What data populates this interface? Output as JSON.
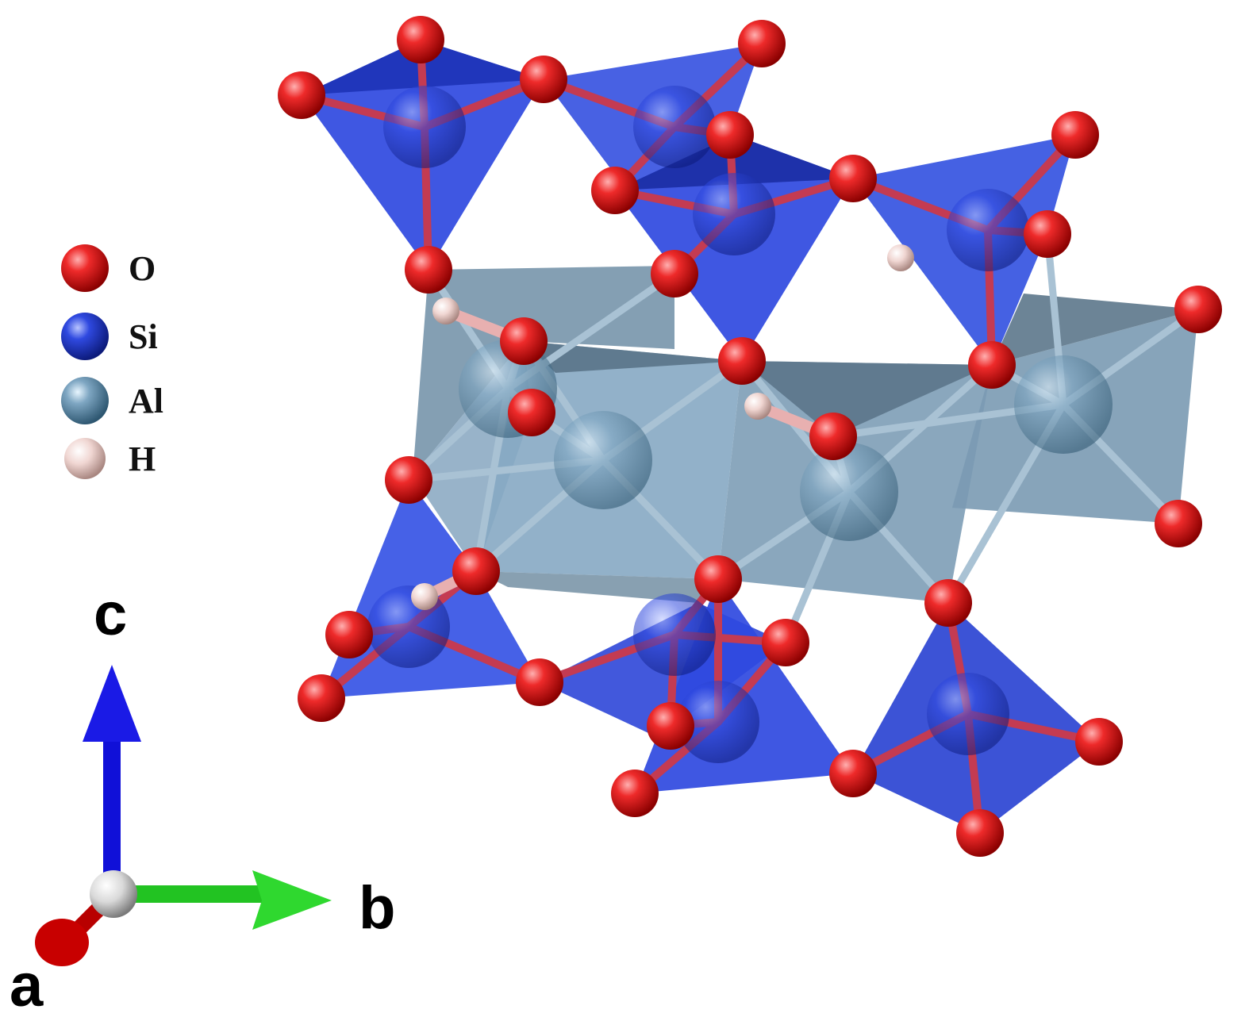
{
  "legend": [
    {
      "label": "O",
      "element": "oxygen",
      "color": "#e8232a"
    },
    {
      "label": "Si",
      "element": "silicon",
      "color": "#2b3fd6"
    },
    {
      "label": "Al",
      "element": "aluminium",
      "color": "#7ea6c2"
    },
    {
      "label": "H",
      "element": "hydrogen",
      "color": "#f2d6d2"
    }
  ],
  "axes": {
    "a": {
      "label": "a",
      "color": "#c80000"
    },
    "b": {
      "label": "b",
      "color": "#22c322"
    },
    "c": {
      "label": "c",
      "color": "#1010d8"
    },
    "origin_color": "#d9d9d9"
  },
  "colors": {
    "tetrahedron": "#2f49e0",
    "octahedron": "#7b9db6",
    "bond": "#c43b52"
  }
}
